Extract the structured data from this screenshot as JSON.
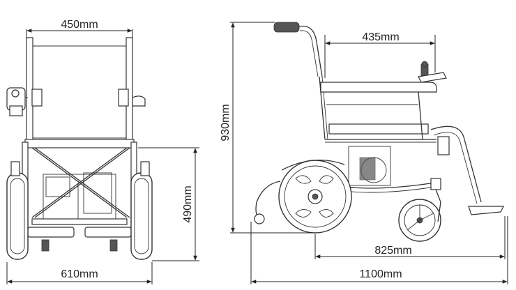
{
  "dimensions": {
    "front_top_width": "450mm",
    "front_overall_width": "610mm",
    "front_seat_height": "490mm",
    "side_seat_depth": "435mm",
    "side_total_height": "930mm",
    "side_wheelbase": "825mm",
    "side_overall_length": "1100mm"
  },
  "colors": {
    "line": "#333333",
    "text": "#222222",
    "background": "#ffffff"
  }
}
